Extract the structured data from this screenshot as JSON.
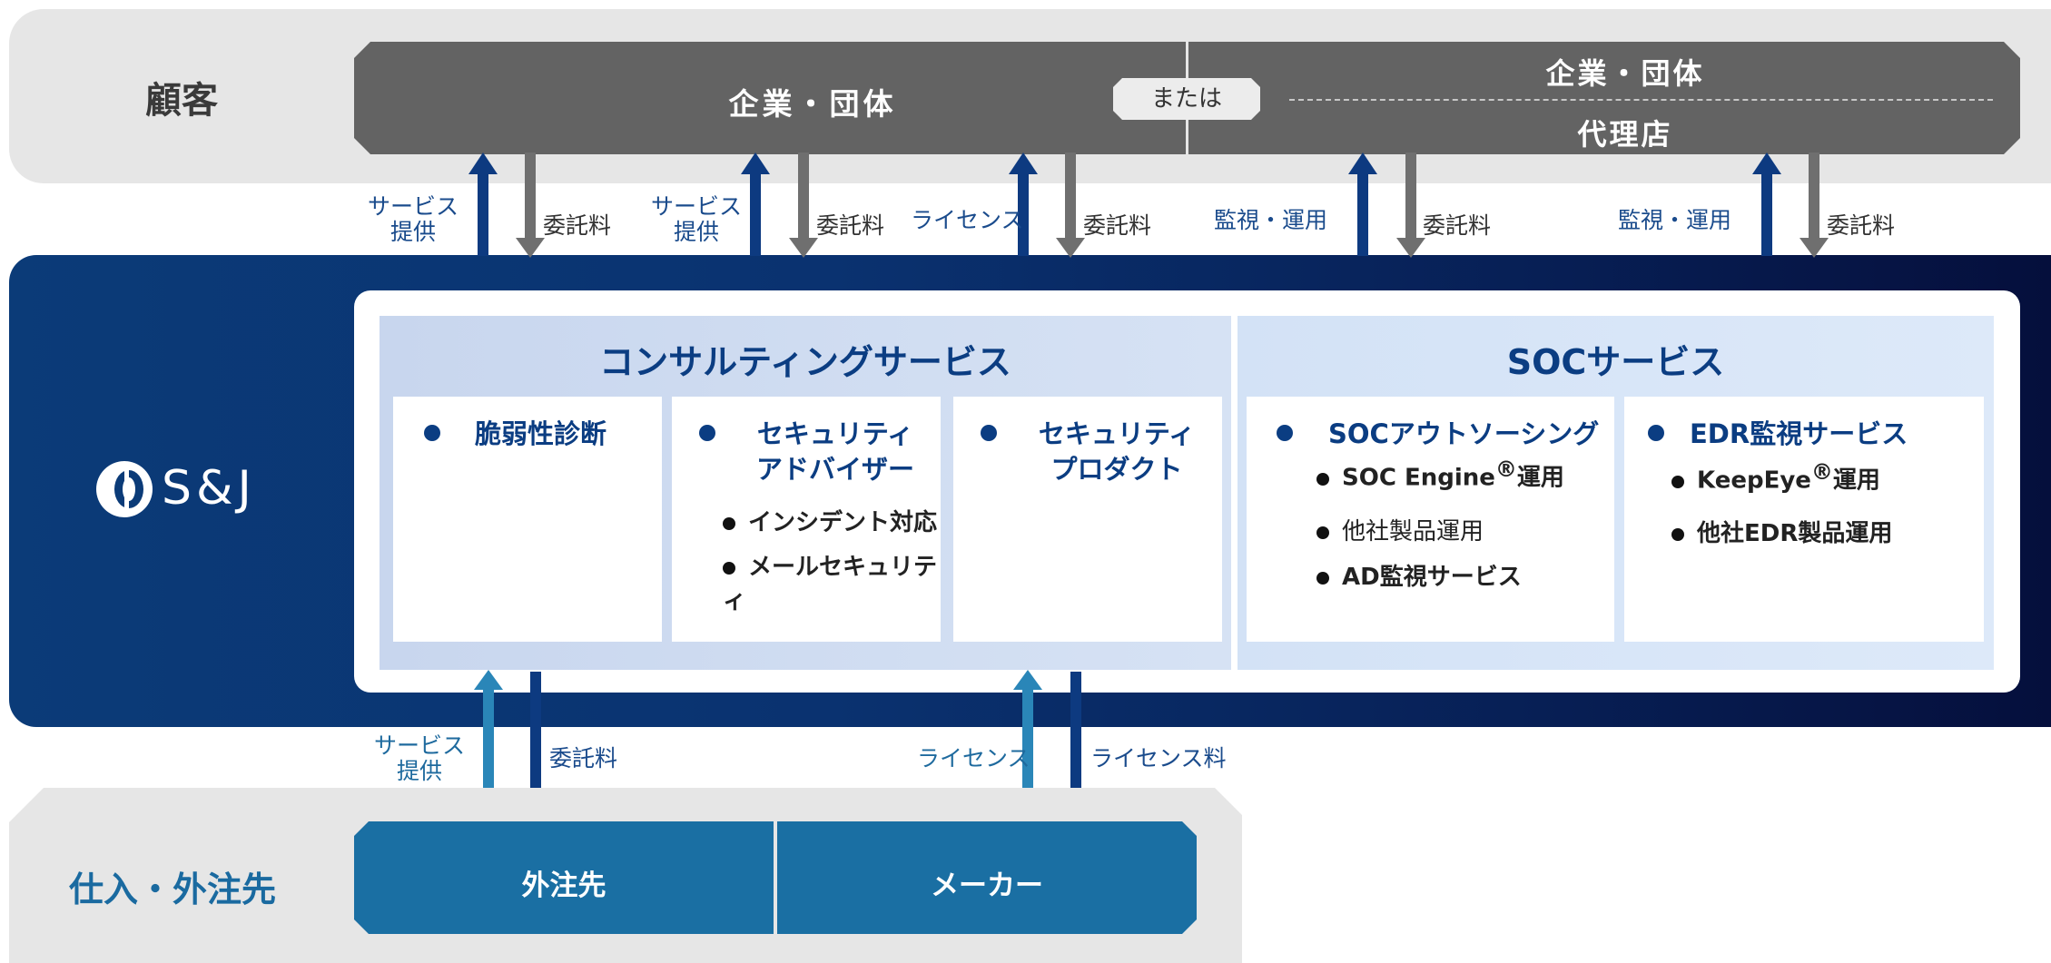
{
  "customer": {
    "label": "顧客",
    "left_entity": "企業・団体",
    "or_label": "または",
    "right_top": "企業・団体",
    "right_bottom": "代理店"
  },
  "top_flows": {
    "g1_provide": "サービス提供",
    "g1_fee": "委託料",
    "g2_provide": "サービス提供",
    "g2_fee": "委託料",
    "g3_license": "ライセンス",
    "g3_fee": "委託料",
    "g4_monitor": "監視・運用",
    "g4_fee": "委託料",
    "g5_monitor": "監視・運用",
    "g5_fee": "委託料"
  },
  "company": {
    "logo_text": "S&J"
  },
  "consulting": {
    "title": "コンサルティングサービス",
    "card1": {
      "title": "脆弱性診断"
    },
    "card2": {
      "title_line1": "セキュリティ",
      "title_line2": "アドバイザー",
      "items": [
        "インシデント対応",
        "メールセキュリティ"
      ]
    },
    "card3": {
      "title_line1": "セキュリティ",
      "title_line2": "プロダクト"
    }
  },
  "soc": {
    "title": "SOCサービス",
    "card1": {
      "title": "SOCアウトソーシング",
      "item1_pre": "SOC Engine",
      "item1_post": "運用",
      "item2": "他社製品運用",
      "item3": "AD監視サービス"
    },
    "card2": {
      "title": "EDR監視サービス",
      "item1_pre": "KeepEye",
      "item1_post": "運用",
      "item2": "他社EDR製品運用"
    },
    "registered_mark": "®"
  },
  "bottom_flows": {
    "provide": "サービス提供",
    "fee": "委託料",
    "license": "ライセンス",
    "license_fee": "ライセンス料"
  },
  "supplier": {
    "label": "仕入・外注先",
    "outsource": "外注先",
    "maker": "メーカー"
  },
  "colors": {
    "customer_bar": "#636363",
    "navy": "#0b3d82",
    "supplier": "#1a6fa3",
    "arrow_up_top": "#0d3a80",
    "arrow_down_gray": "#6f6f6f",
    "arrow_up_light": "#2a86b8",
    "arrow_down_navy": "#0d3a80"
  }
}
